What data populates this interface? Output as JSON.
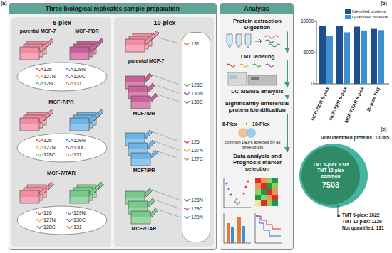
{
  "diagram": {
    "nodes": [
      {
        "text": [
          "Three biological replicates sample preparation"
        ]
      },
      {
        "text": [
          "6-plex"
        ],
        "in": 0
      },
      {
        "text": [
          "126",
          "127N",
          "128C",
          "129N",
          "130C",
          "131"
        ],
        "in": 1
      },
      {
        "text": [
          "126",
          "127N",
          "128C",
          "129N",
          "130C",
          "131"
        ],
        "in": 1
      },
      {
        "text": [
          "126",
          "127N",
          "128C",
          "129N",
          "130C",
          "131"
        ],
        "in": 1
      },
      {
        "text": [
          "10-plex"
        ],
        "in": 0
      },
      {
        "text": [
          "131",
          "128C",
          "130N",
          "130C",
          "126",
          "127N",
          "127C",
          "128N",
          "129C",
          "129N"
        ],
        "in": 5
      },
      {
        "text": [
          "Analysis"
        ]
      },
      {
        "text": [
          "Protein extraction Digestion"
        ],
        "in": 7
      },
      {
        "text": [
          "TMT labeling"
        ],
        "in": 7
      },
      {
        "text": [
          "LC-MS/MS analysis"
        ],
        "in": 7
      },
      {
        "text": [
          "Significantly differential protein identification"
        ],
        "in": 7
      },
      {
        "text": [
          "Data analysis and Prognosis marker selection"
        ],
        "in": 7
      },
      {
        "text": [
          "TMT 6-plex 3 set TMT 10-plex common",
          "7503"
        ]
      }
    ],
    "edges": [
      {
        "from": 8,
        "to": 9,
        "arrow": "to"
      },
      {
        "from": 9,
        "to": 10,
        "arrow": "to"
      },
      {
        "from": 10,
        "to": 11,
        "arrow": "to"
      },
      {
        "from": 11,
        "to": 12,
        "arrow": "to"
      }
    ],
    "labels": [
      "(a)",
      "parental MCF-7",
      "MCF-7/DR",
      "MCF-7/PR",
      "MCF-7/TAR",
      "parental MCF-7",
      "MCF7/DR",
      "MCF7/PR",
      "MCF7/TAR",
      "6-Plex",
      "+",
      "10-Plex",
      "common DEPs affected by all three drugs",
      "(b)",
      "0",
      "5000",
      "10000",
      "MCF-7/DR 6-plex",
      "MCF-7/PR 6-plex",
      "MCF-7/TAR 6-plex",
      "10-plex TMT",
      "(c)",
      "Total Identified proteins: 10,385",
      "TMT 6-plex: 1622",
      "TMT 10-plex: 1129",
      "Not quantified: 131"
    ],
    "legend": [
      {
        "text": "Identified proteins",
        "color": "#1f4e8c"
      },
      {
        "text": "Quantified proteins",
        "color": "#3d8fd1"
      }
    ]
  }
}
